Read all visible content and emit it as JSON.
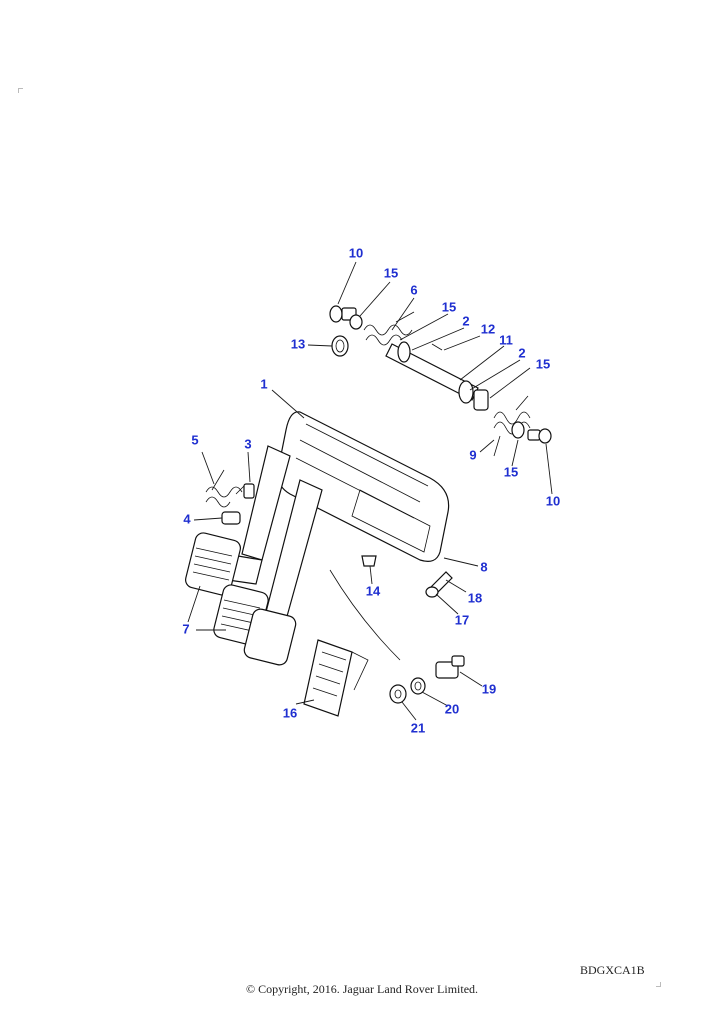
{
  "diagram": {
    "reference_code": "BDGXCA1B",
    "copyright": "© Copyright, 2016. Jaguar Land Rover Limited."
  },
  "callouts": {
    "c1": "1",
    "c2a": "2",
    "c2b": "2",
    "c3": "3",
    "c4": "4",
    "c5": "5",
    "c6": "6",
    "c7": "7",
    "c8": "8",
    "c9": "9",
    "c10a": "10",
    "c10b": "10",
    "c11": "11",
    "c12": "12",
    "c13": "13",
    "c14": "14",
    "c15a": "15",
    "c15b": "15",
    "c15c": "15",
    "c15d": "15",
    "c16": "16",
    "c17": "17",
    "c18": "18",
    "c19": "19",
    "c20": "20",
    "c21": "21"
  }
}
